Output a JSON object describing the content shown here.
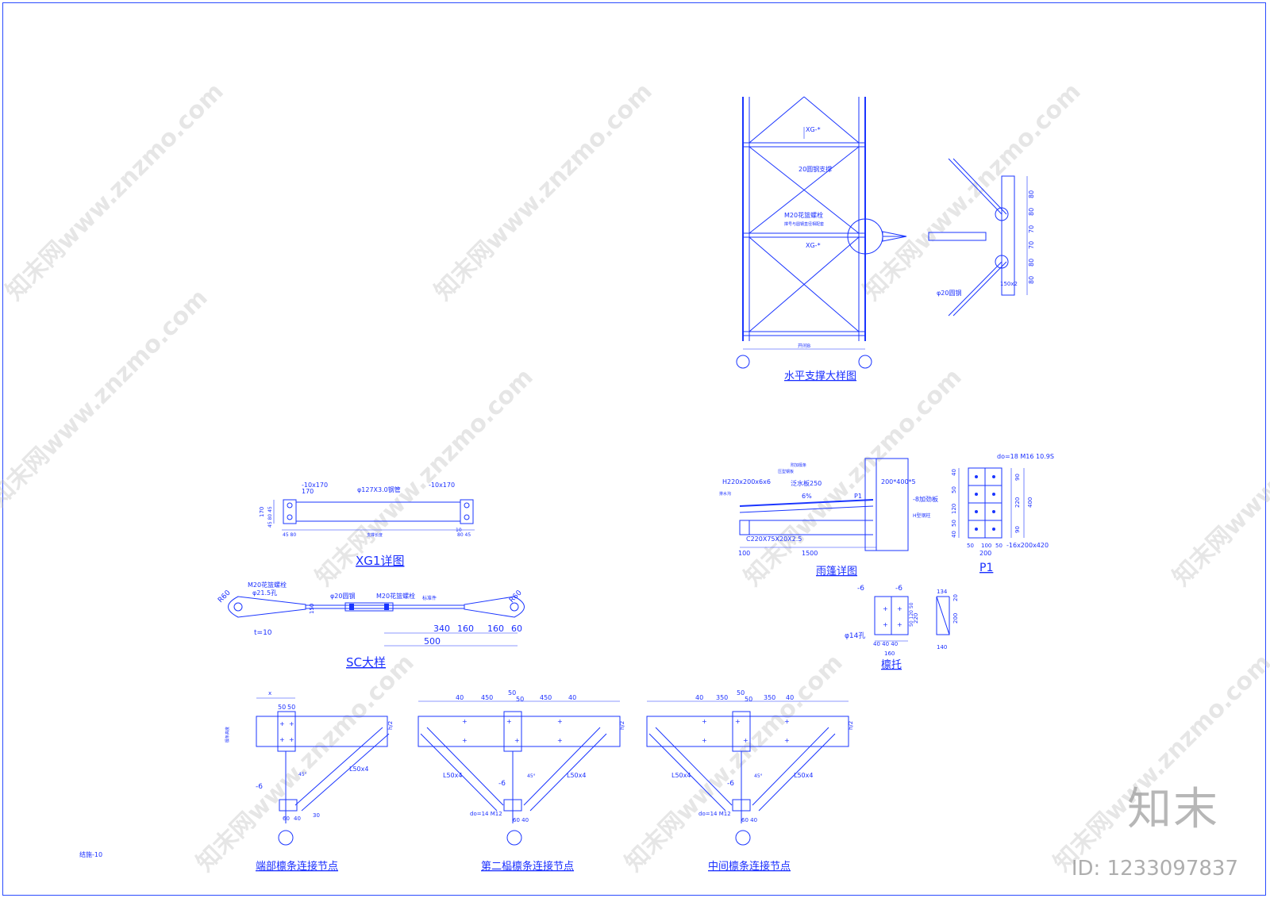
{
  "horizontal_bracing": {
    "title": "水平支撑大样图",
    "label_xg_top": "XG-*",
    "label_xg_mid": "XG-*",
    "label_rod": "20圆钢支撑",
    "label_bolt": "M20花篮螺栓",
    "label_bolt_note": "撑号与圆钢直径相配套",
    "label_span": "开间B",
    "detail_rod": "φ20圆钢",
    "detail_dims": [
      "80",
      "80",
      "70",
      "70",
      "80",
      "80"
    ],
    "detail_note": "150x2"
  },
  "xg1": {
    "title": "XG1详图",
    "plate_left": "-10x170",
    "plate_right": "-10x170",
    "tube": "φ127X3.0钢管",
    "dim_170": "170",
    "dim_left_v": "170",
    "dim_left_v2": "45 80 45",
    "dim_bottom_left": "45 80",
    "dim_bottom_mid": "支撑长度",
    "dim_bottom_right": "80 45",
    "dim_10": "10"
  },
  "sc": {
    "title": "SC大样",
    "bolt": "M20花篮螺栓",
    "hole": "φ21.5孔",
    "rod": "φ20圆钢",
    "bolt2": "M20花篮螺栓",
    "note": "标准件",
    "r_left": "R60",
    "r_right": "R60",
    "t": "t=10",
    "d340": "340",
    "d160a": "160",
    "d160b": "160",
    "d60": "60",
    "d500": "500",
    "d150": "150"
  },
  "canopy": {
    "title": "雨篷详图",
    "h_beam": "H220x200x6x6",
    "note1": "压型钢板",
    "note2": "附加檩条",
    "note3": "泛水板250",
    "slope": "6%",
    "label_p1": "P1",
    "plate": "-8加劲板",
    "h_steel": "H型钢柱",
    "c_purlin": "C220X75X20X2.5",
    "beam_top": "200*400*5",
    "d100": "100",
    "d1500": "1500",
    "gutter": "排水沟"
  },
  "p1": {
    "title": "P1",
    "bolts": "do=18 M16 10.9S",
    "plate": "-16x200x420",
    "dims_left": [
      "40",
      "50",
      "120",
      "50",
      "40"
    ],
    "dims_right": [
      "90",
      "220",
      "90"
    ],
    "total": "400",
    "dims_bottom": [
      "50",
      "100",
      "50"
    ],
    "width": "200"
  },
  "purlin_support": {
    "title": "檩托",
    "t1": "-6",
    "t2": "-6",
    "hole": "φ14孔",
    "dims_bottom": "40 40 40",
    "w": "160",
    "h": "220",
    "dims_h": "50 120 50",
    "side_w": "134",
    "side_h": "200",
    "side_b": "140",
    "side_t": "20"
  },
  "node_end": {
    "title": "端部檩条连接节点",
    "x": "x",
    "d50a": "50",
    "d50b": "50",
    "angle": "L50x4",
    "t": "-6",
    "deg": "45°",
    "purlin": "檩条高度",
    "d60": "60",
    "d40": "40",
    "d30": "30",
    "h2": "h/2"
  },
  "node_second": {
    "title": "第二榀檩条连接节点",
    "dims_top": [
      "40",
      "450",
      "50",
      "50",
      "450",
      "40"
    ],
    "angle_l": "L50x4",
    "angle_r": "L50x4",
    "t": "-6",
    "bolt": "do=14 M12",
    "d6040": "60 40",
    "h2": "h/2",
    "deg": "45°"
  },
  "node_middle": {
    "title": "中间檩条连接节点",
    "dims_top": [
      "40",
      "350",
      "50",
      "50",
      "350",
      "40"
    ],
    "angle_l": "L50x4",
    "angle_r": "L50x4",
    "t": "-6",
    "bolt": "do=14 M12",
    "d6040": "60 40",
    "h2": "h/2",
    "deg": "45°"
  },
  "sheet_no": "结施-10",
  "watermark": "知末网www.znzmo.com",
  "brand": "知末",
  "id": "ID: 1233097837"
}
